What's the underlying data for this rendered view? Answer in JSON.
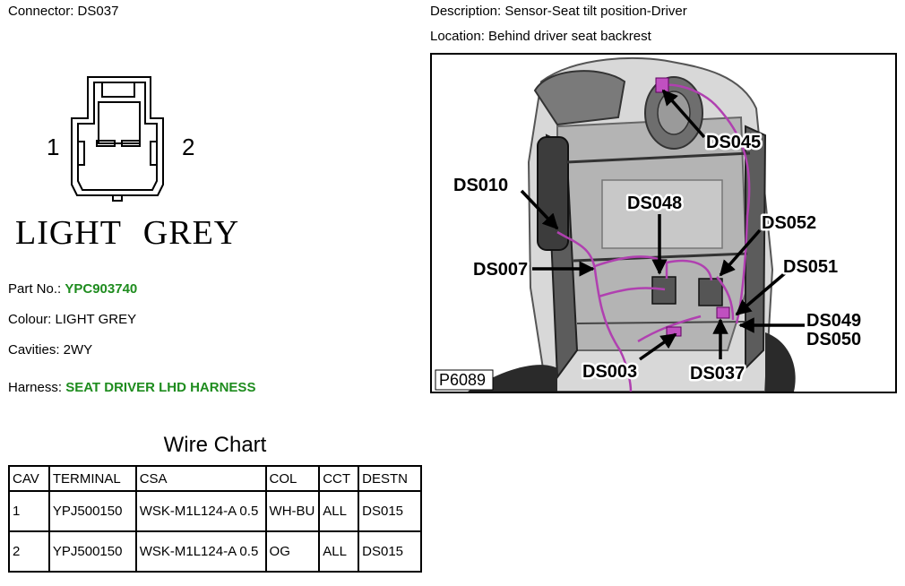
{
  "connector": {
    "label": "Connector: DS037"
  },
  "description": {
    "label": "Description: Sensor-Seat tilt position-Driver"
  },
  "location": {
    "label": "Location: Behind driver seat backrest"
  },
  "pinout": {
    "pin_left": "1",
    "pin_right": "2",
    "colour_text": "LIGHT GREY"
  },
  "details": {
    "part_label": "Part No.: ",
    "part_value": "YPC903740",
    "colour_label": "Colour: LIGHT GREY",
    "cavities_label": "Cavities: 2WY",
    "harness_label": "Harness: ",
    "harness_value": "SEAT DRIVER LHD HARNESS"
  },
  "colors": {
    "link_green": "#1e8c1e",
    "wire_purple": "#b040b0"
  },
  "wire_chart": {
    "title": "Wire Chart",
    "headers": [
      "CAV",
      "TERMINAL",
      "CSA",
      "COL",
      "CCT",
      "DESTN"
    ],
    "rows": [
      [
        "1",
        "YPJ500150",
        "WSK-M1L124-A 0.5",
        "WH-BU",
        "ALL",
        "DS015"
      ],
      [
        "2",
        "YPJ500150",
        "WSK-M1L124-A 0.5",
        "OG",
        "ALL",
        "DS015"
      ]
    ]
  },
  "photo": {
    "code": "P6089",
    "callouts": {
      "ds045": "DS045",
      "ds010": "DS010",
      "ds048": "DS048",
      "ds052": "DS052",
      "ds007": "DS007",
      "ds051": "DS051",
      "ds049": "DS049",
      "ds050": "DS050",
      "ds003": "DS003",
      "ds037": "DS037"
    }
  }
}
